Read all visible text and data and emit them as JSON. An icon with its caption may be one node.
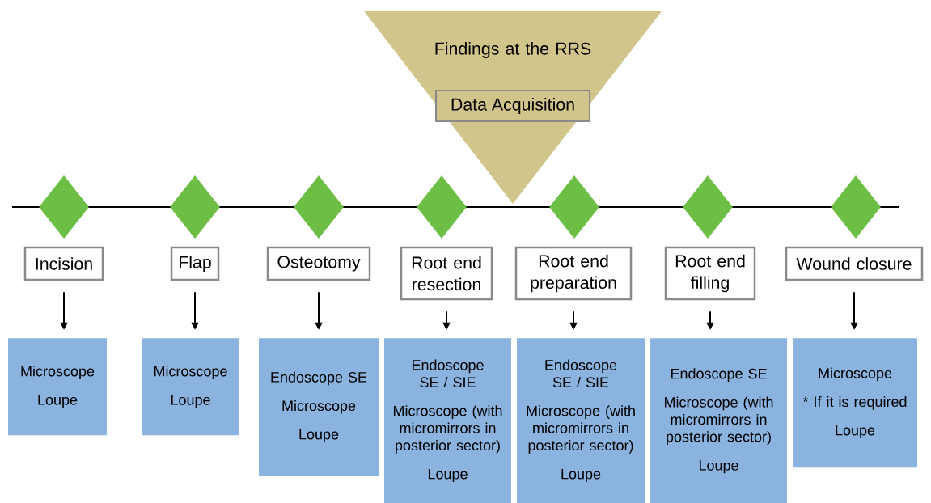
{
  "diagram": {
    "nodes": [
      {
        "text": [
          "Findings at the RRS"
        ]
      },
      {
        "text": [
          "Data Acquisition"
        ],
        "in": 0
      },
      {
        "text": [],
        "shape": "diamond"
      },
      {
        "text": [],
        "shape": "diamond"
      },
      {
        "text": [],
        "shape": "diamond"
      },
      {
        "text": [],
        "shape": "diamond"
      },
      {
        "text": [],
        "shape": "diamond"
      },
      {
        "text": [],
        "shape": "diamond"
      },
      {
        "text": [],
        "shape": "diamond"
      },
      {
        "text": [
          "Incision"
        ]
      },
      {
        "text": [
          "Flap"
        ]
      },
      {
        "text": [
          "Osteotomy"
        ]
      },
      {
        "text": [
          "Root end resection"
        ]
      },
      {
        "text": [
          "Root end preparation"
        ]
      },
      {
        "text": [
          "Root end filling"
        ]
      },
      {
        "text": [
          "Wound closure"
        ]
      },
      {
        "text": [
          "Microscope",
          "Loupe"
        ]
      },
      {
        "text": [
          "Microscope",
          "Loupe"
        ]
      },
      {
        "text": [
          "Endoscope SE",
          "Microscope",
          "Loupe"
        ]
      },
      {
        "text": [
          "Endoscope SE / SIE",
          "Microscope (with micromirrors in posterior sector)",
          "Loupe"
        ]
      },
      {
        "text": [
          "Endoscope SE / SIE",
          "Microscope (with micromirrors in posterior sector)",
          "Loupe"
        ]
      },
      {
        "text": [
          "Endoscope SE",
          "Microscope (with micromirrors in posterior sector)",
          "Loupe"
        ]
      },
      {
        "text": [
          "Microscope",
          "* If it is required",
          "Loupe"
        ]
      }
    ],
    "edges": [
      {
        "from": 9,
        "to": 16,
        "arrow": "to"
      },
      {
        "from": 10,
        "to": 17,
        "arrow": "to"
      },
      {
        "from": 11,
        "to": 18,
        "arrow": "to"
      },
      {
        "from": 12,
        "to": 19,
        "arrow": "to"
      },
      {
        "from": 13,
        "to": 20,
        "arrow": "to"
      },
      {
        "from": 14,
        "to": 21,
        "arrow": "to"
      },
      {
        "from": 15,
        "to": 22,
        "arrow": "to"
      }
    ]
  }
}
